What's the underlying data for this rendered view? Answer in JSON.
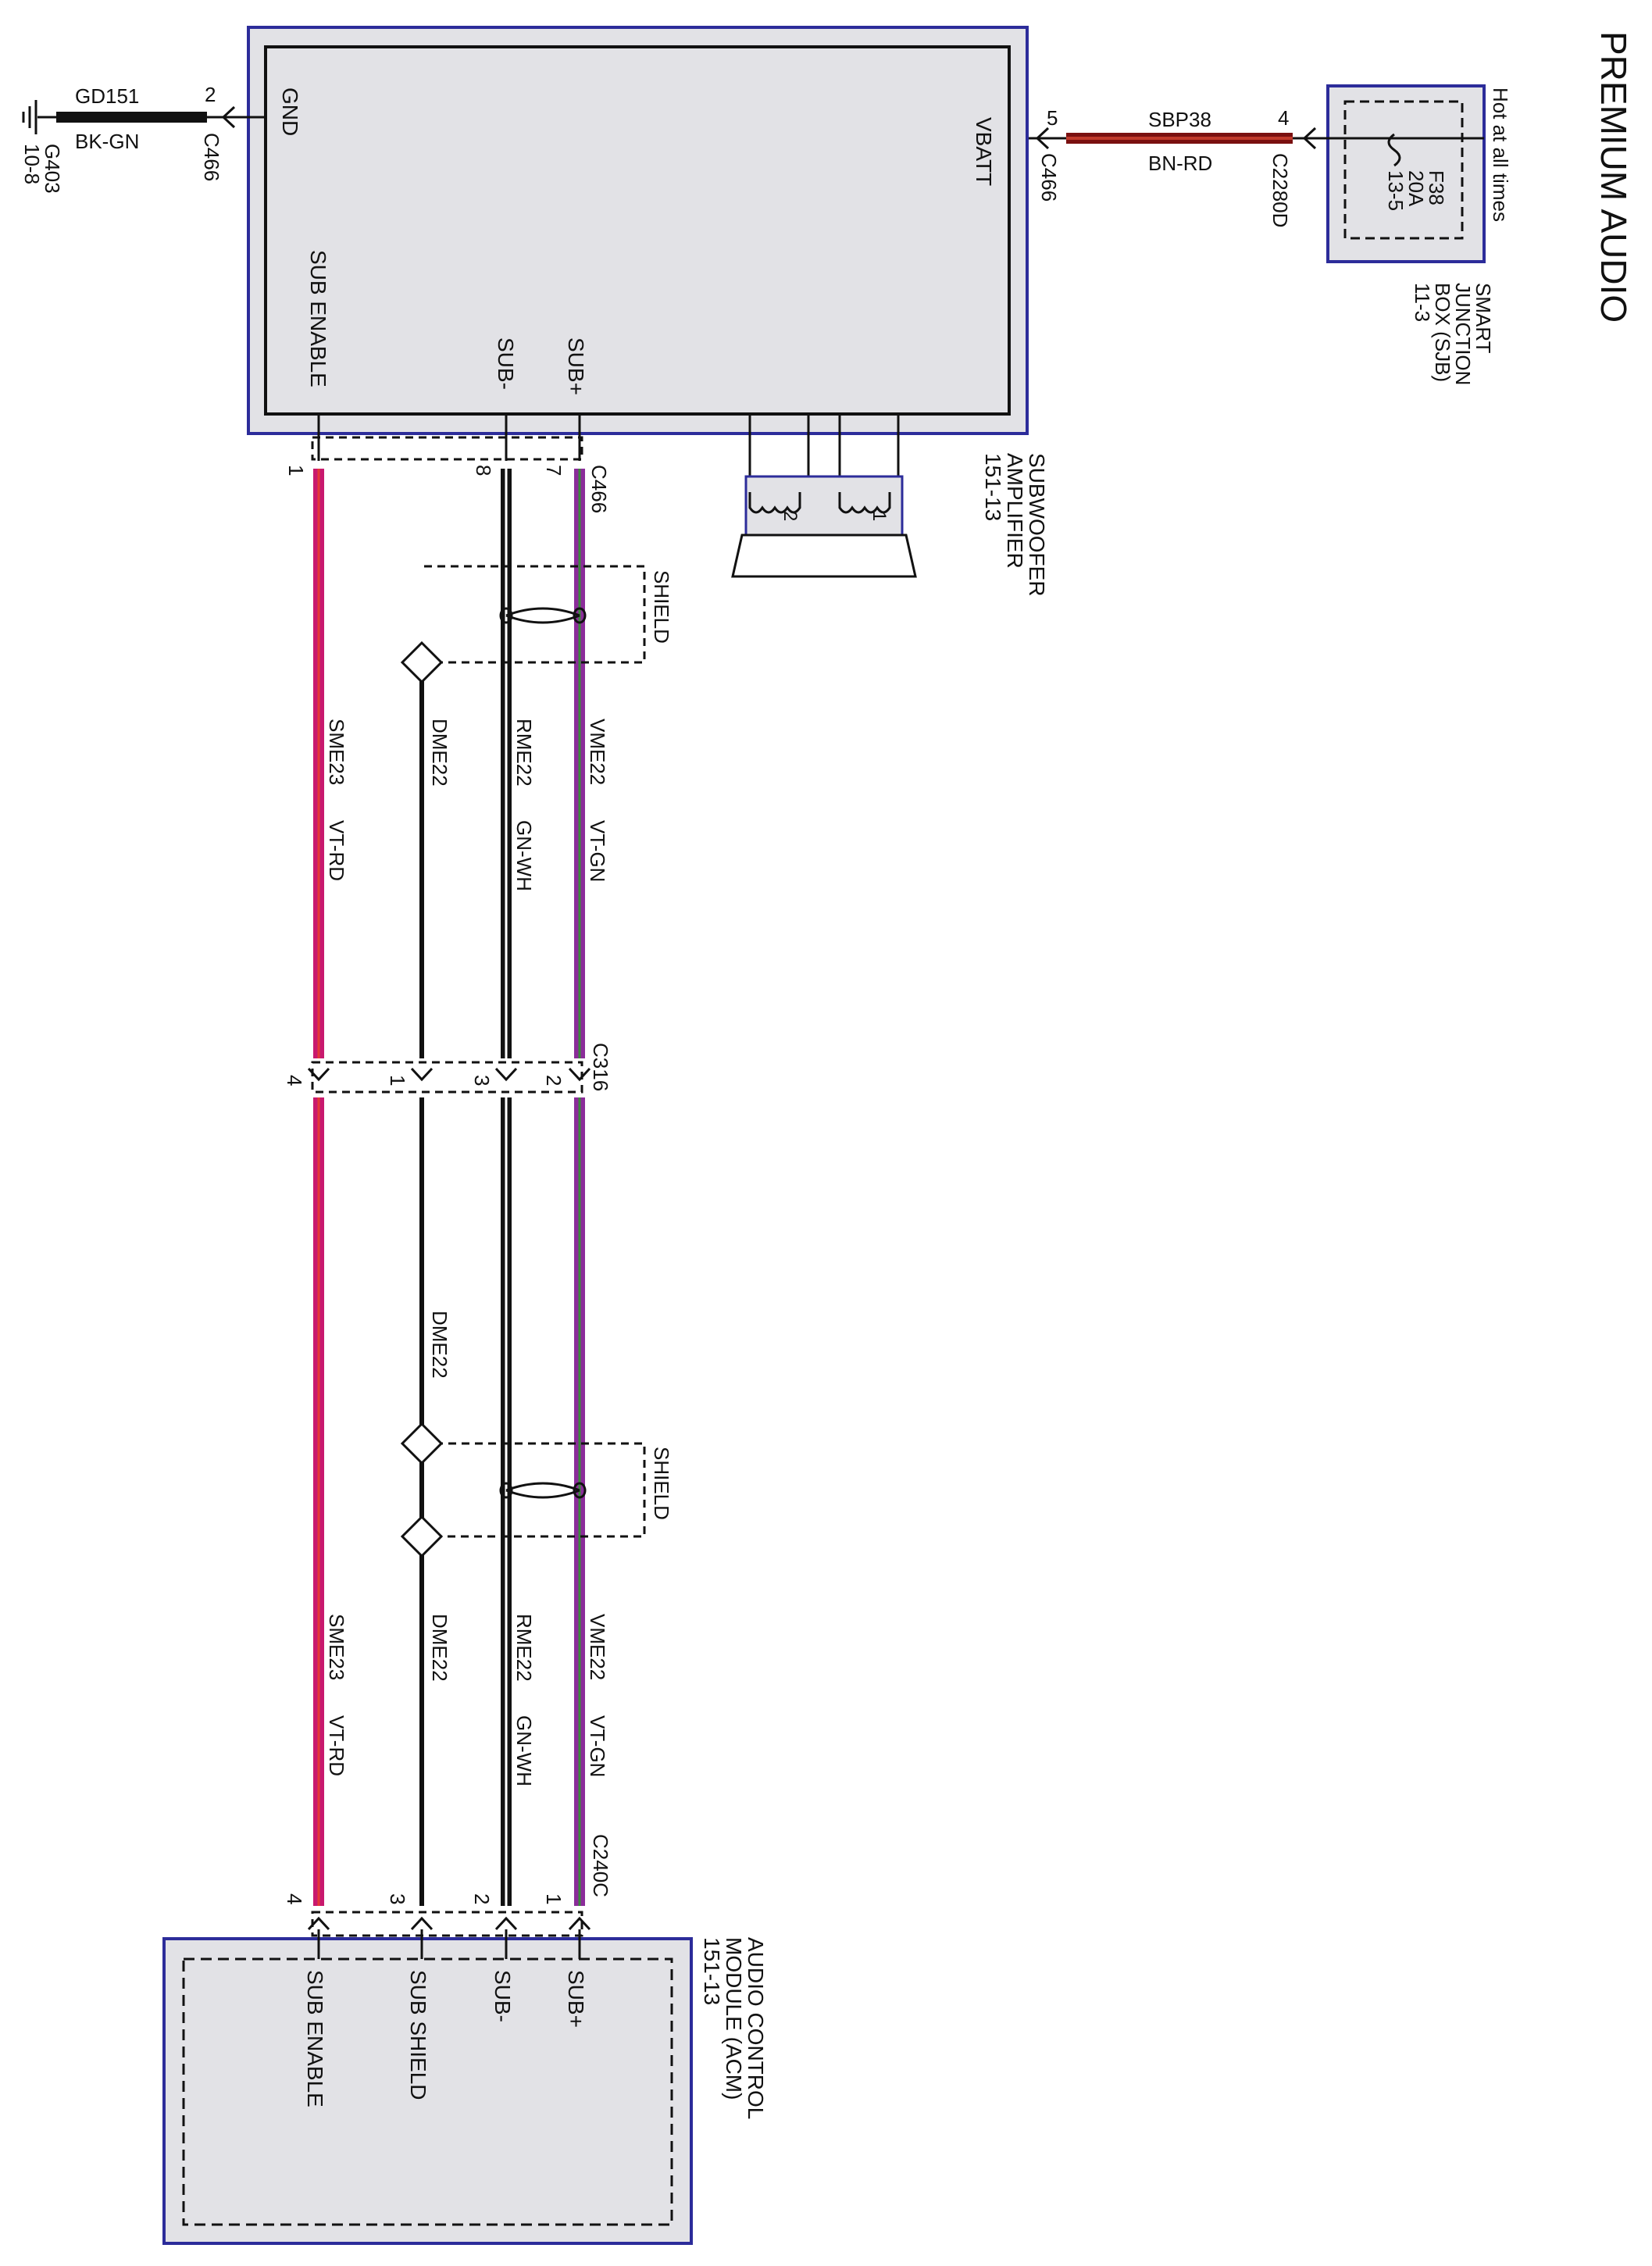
{
  "title": "PREMIUM AUDIO",
  "colors": {
    "box_fill": "#e2e2e6",
    "box_border": "#2c2c9a",
    "wire_violet_green": "#8b2c9a",
    "wire_violet_red": "#c8196e",
    "wire_brown_red": "#7a1010",
    "wire_black": "#111111"
  },
  "sjb": {
    "name_line1": "SMART",
    "name_line2": "JUNCTION",
    "name_line3": "BOX (SJB)",
    "ref": "11-3",
    "hot": "Hot at all times",
    "fuse": "F38",
    "fuse_rating": "20A",
    "fuse_ref": "13-5",
    "connector": "C2280D",
    "pin": "4"
  },
  "power_wire": {
    "circuit": "SBP38",
    "color": "BN-RD"
  },
  "amp": {
    "name_line1": "SUBWOOFER",
    "name_line2": "AMPLIFIER",
    "ref": "151-13",
    "vbatt": "VBATT",
    "gnd": "GND",
    "sub_plus": "SUB+",
    "sub_minus": "SUB-",
    "sub_enable": "SUB ENABLE",
    "connector": "C466",
    "pin_vbatt": "5",
    "pin_gnd": "2",
    "pin_sub_plus": "7",
    "pin_sub_minus": "8",
    "pin_sub_enable": "1",
    "coil_1": "1",
    "coil_2": "2"
  },
  "ground": {
    "circuit": "GD151",
    "color": "BK-GN",
    "point": "G403",
    "ref": "10-8"
  },
  "shield_label": "SHIELD",
  "wires": {
    "vme_circuit": "VME22",
    "vme_color": "VT-GN",
    "rme_circuit": "RME22",
    "rme_color": "GN-WH",
    "dme_circuit": "DME22",
    "sme_circuit": "SME23",
    "sme_color": "VT-RD"
  },
  "inline": {
    "connector": "C316",
    "pin_vme": "2",
    "pin_rme": "3",
    "pin_dme": "1",
    "pin_sme": "4"
  },
  "acm": {
    "name_line1": "AUDIO CONTROL",
    "name_line2": "MODULE (ACM)",
    "ref": "151-13",
    "connector": "C240C",
    "pin_sub_plus": "1",
    "pin_sub_minus": "2",
    "pin_shield": "3",
    "pin_enable": "4",
    "sub_plus": "SUB+",
    "sub_minus": "SUB-",
    "sub_shield": "SUB SHIELD",
    "sub_enable": "SUB ENABLE"
  }
}
